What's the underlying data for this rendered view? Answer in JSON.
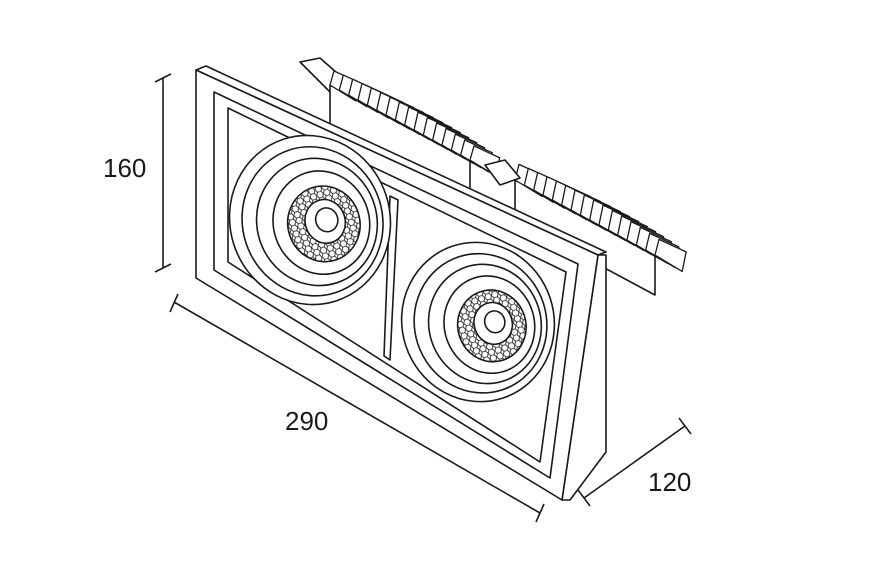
{
  "dimensions": {
    "height": "160",
    "width": "290",
    "depth": "120"
  }
}
